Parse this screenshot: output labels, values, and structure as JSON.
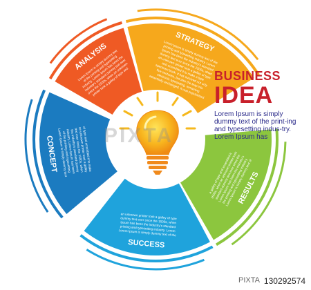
{
  "segments": [
    {
      "key": "strategy",
      "label": "STRATEGY",
      "color": "#f6a81c",
      "body": [
        "Lorem Ipsum is simply dummy text of the",
        "printing and typesetting industry. Lorem",
        "Ipsum has been the industry's standard",
        "dummy text ever since the 1500s, when",
        "an unknown printer took a galley of type",
        "and scrambled it to make a type",
        "specimen book. It has survived not only",
        "five centuries, but also the leap into",
        "electronic typesetting, remaining",
        "essentially unchanged. It was popularised"
      ]
    },
    {
      "key": "results",
      "label": "RESULTS",
      "color": "#8cc63e",
      "body": [
        "Lorem Ipsum is simply dummy text of",
        "the printing and typesetting industry.",
        "Lorem Ipsum has been the industry's",
        "standard dummy text ever since the",
        "1500s, when an unknown printer took",
        "a galley of type and scrambled it"
      ]
    },
    {
      "key": "success",
      "label": "SUCCESS",
      "color": "#1fa3dc",
      "body": [
        "Lorem Ipsum is simply dummy text of the",
        "printing and typesetting industry. Lorem",
        "Ipsum has been the industry's standard",
        "dummy text ever since the 1500s, when",
        "an unknown printer took a galley of type"
      ]
    },
    {
      "key": "concept",
      "label": "CONCEPT",
      "color": "#1b7bc0",
      "body": [
        "Lorem Ipsum is simply dummy text",
        "of the printing and typesetting",
        "industry. Lorem Ipsum has been",
        "the industry's standard dummy",
        "text ever since the 1500s, when",
        "an unknown printer took a galley",
        "of type and scrambled it to make"
      ]
    },
    {
      "key": "analysis",
      "label": "ANALYSIS",
      "color": "#ef5a24",
      "body": [
        "Lorem Ipsum is simply dummy text",
        "of the printing and typesetting",
        "industry. Lorem Ipsum has been the",
        "industry's standard dummy text ever",
        "since the 1500s, when an unknown",
        "printer took a galley of type and"
      ]
    }
  ],
  "title": {
    "line1": "BUSINESS",
    "line2": "IDEA",
    "desc": "Lorem Ipsum is simply dummy text of the print-ing and typesetting indus-try. Lorem Ipsum has"
  },
  "colors": {
    "bulb": "#f6a81c",
    "bulb_glow": "#ffd23a",
    "bulb_base": "#f08a1c",
    "ring_bg": "#ffffff",
    "title_red": "#c8202b"
  },
  "icons": {
    "center": "lightbulb-icon"
  },
  "watermark": "PIXTA",
  "footer": {
    "logo": "PIXTA",
    "id": "130292574"
  }
}
